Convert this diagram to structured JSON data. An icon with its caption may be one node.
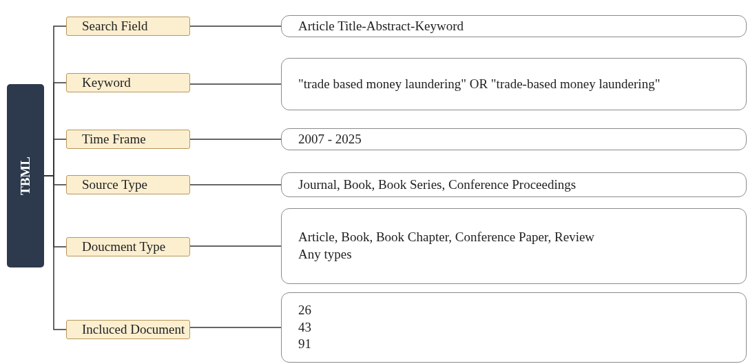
{
  "diagram": {
    "nodes": [
      {
        "text": [
          "TBML"
        ]
      },
      {
        "text": [
          "Search Field"
        ]
      },
      {
        "text": [
          "Article Title-Abstract-Keyword"
        ]
      },
      {
        "text": [
          "Keyword"
        ]
      },
      {
        "text": [
          "\"trade based money laundering\" OR \"trade-based money laundering\""
        ]
      },
      {
        "text": [
          "Time Frame"
        ]
      },
      {
        "text": [
          "2007 - 2025"
        ]
      },
      {
        "text": [
          "Source Type"
        ]
      },
      {
        "text": [
          "Journal, Book, Book Series, Conference Proceedings"
        ]
      },
      {
        "text": [
          "Doucment Type"
        ]
      },
      {
        "text": [
          "Article, Book, Book Chapter, Conference Paper, Review",
          "Any types"
        ]
      },
      {
        "text": [
          "Incluced Document"
        ]
      },
      {
        "text": [
          "26",
          "43",
          "91"
        ]
      }
    ],
    "edges": [
      {
        "from": 0,
        "to": 1,
        "arrow": "none"
      },
      {
        "from": 0,
        "to": 3,
        "arrow": "none"
      },
      {
        "from": 0,
        "to": 5,
        "arrow": "none"
      },
      {
        "from": 0,
        "to": 7,
        "arrow": "none"
      },
      {
        "from": 0,
        "to": 9,
        "arrow": "none"
      },
      {
        "from": 0,
        "to": 11,
        "arrow": "none"
      },
      {
        "from": 1,
        "to": 2,
        "arrow": "none"
      },
      {
        "from": 3,
        "to": 4,
        "arrow": "none"
      },
      {
        "from": 5,
        "to": 6,
        "arrow": "none"
      },
      {
        "from": 7,
        "to": 8,
        "arrow": "none"
      },
      {
        "from": 9,
        "to": 10,
        "arrow": "none"
      },
      {
        "from": 11,
        "to": 12,
        "arrow": "none"
      }
    ]
  }
}
